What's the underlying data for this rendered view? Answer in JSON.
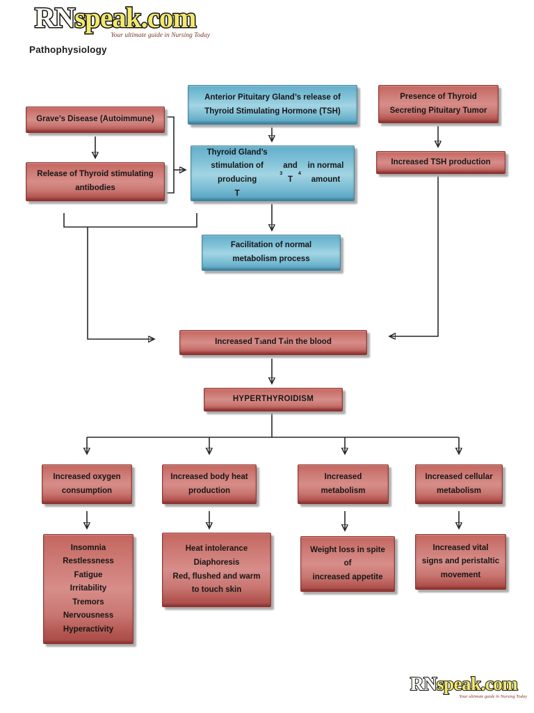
{
  "page": {
    "heading": "Pathophysiology"
  },
  "logo_top": {
    "brand_prefix": "RN",
    "brand_suffix": "speak.com",
    "tagline": "Your ultimate guide in Nursing Today"
  },
  "logo_bottom": {
    "brand_prefix": "RN",
    "brand_suffix": "speak.com",
    "tagline": "Your ultimate guide in Nursing Today"
  },
  "colors": {
    "red_node": "#c9736e",
    "red_node_border": "#8c3531",
    "blue_node": "#8ac6da",
    "blue_node_border": "#44829f",
    "connector": "#262626",
    "brand_yellow": "#f2e96e",
    "tagline_color": "#7a3420",
    "shadow": "#adadad"
  },
  "flowchart": {
    "nodes": {
      "graves": "Grave’s Disease (Autoimmune)",
      "anterior_pituitary": "Anterior Pituitary Gland’s release of\nThyroid Stimulating Hormone (TSH)",
      "pituitary_tumor": "Presence of Thyroid\nSecreting Pituitary Tumor",
      "release_antibodies": "Release of Thyroid stimulating\nantibodies",
      "thyroid_gland_stimulation": "Thyroid Gland’s stimulation of\nproducing\nT[3] and T[4] in normal amount",
      "increased_tsh": "Increased TSH production",
      "facilitation": "Facilitation of normal\nmetabolism process",
      "increased_t3_t4": "Increased T[3] and T[4] in the blood",
      "hyperthyroidism": "HYPERTHYROIDISM",
      "increased_oxygen": "Increased oxygen\nconsumption",
      "increased_body_heat": "Increased body heat\nproduction",
      "increased_metabolism": "Increased\nmetabolism",
      "increased_cellular": "Increased cellular\nmetabolism",
      "symptoms_oxygen": "Insomnia\nRestlessness\nFatigue\nIrritability\nTremors\nNervousness\nHyperactivity",
      "symptoms_heat": "Heat intolerance\nDiaphoresis\nRed, flushed and warm\nto touch skin",
      "symptoms_metabolism": "Weight loss in spite\nof\nincreased appetite",
      "symptoms_cellular": "Increased vital\nsigns and peristaltic\nmovement"
    }
  }
}
